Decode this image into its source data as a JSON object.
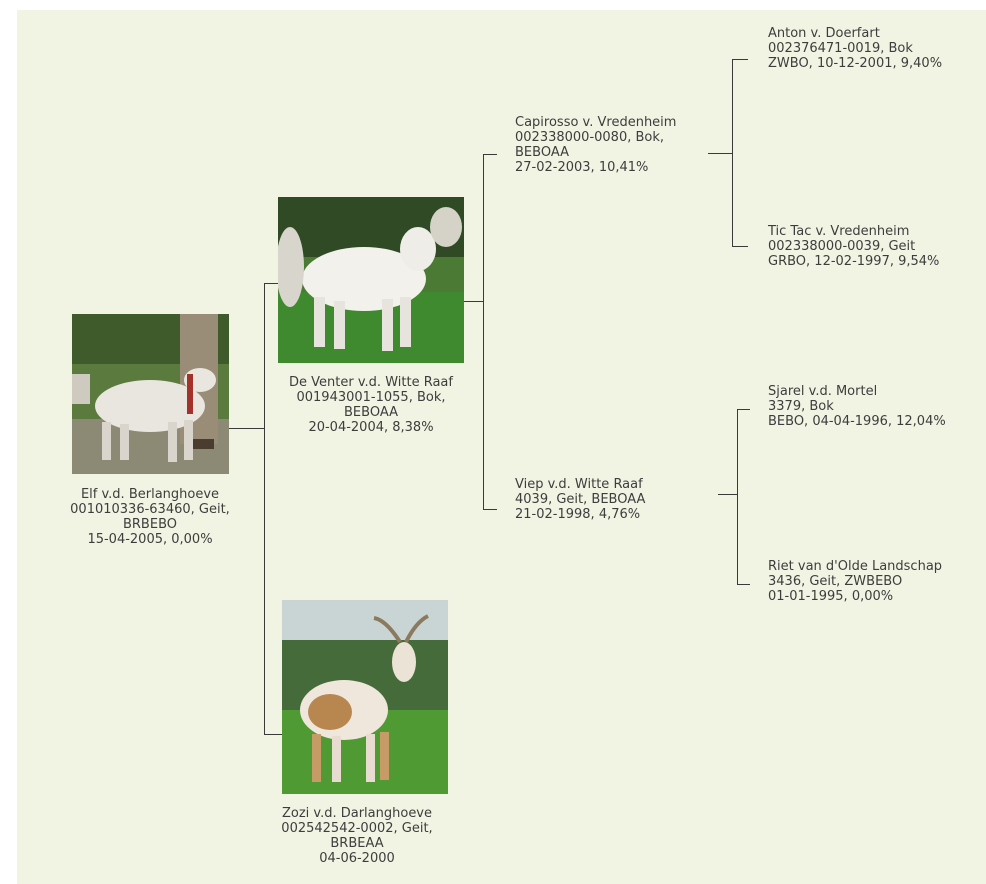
{
  "subject": {
    "name": "Elf v.d. Berlanghoeve",
    "id_line": "001010336-63460, Geit,",
    "herdbook": "BRBEBO",
    "date_line": "15-04-2005, 0,00%"
  },
  "sire": {
    "name": "De Venter v.d. Witte Raaf",
    "id_line": "001943001-1055, Bok,",
    "herdbook": "BEBOAA",
    "date_line": "20-04-2004, 8,38%"
  },
  "dam": {
    "name": "Zozi v.d. Darlanghoeve",
    "id_line": "002542542-0002, Geit,",
    "herdbook": "BRBEAA",
    "date_line": "04-06-2000"
  },
  "sire_sire": {
    "name": "Capirosso v. Vredenheim",
    "id_line": "002338000-0080, Bok,",
    "herdbook": "BEBOAA",
    "date_line": "27-02-2003, 10,41%"
  },
  "sire_dam": {
    "name": "Viep v.d. Witte Raaf",
    "id_line": "4039, Geit, BEBOAA",
    "date_line": "21-02-1998, 4,76%"
  },
  "ss_sire": {
    "name": "Anton v. Doerfart",
    "id_line": "002376471-0019, Bok",
    "date_line": "ZWBO, 10-12-2001, 9,40%"
  },
  "ss_dam": {
    "name": "Tic Tac v. Vredenheim",
    "id_line": "002338000-0039, Geit",
    "date_line": "GRBO, 12-02-1997, 9,54%"
  },
  "sd_sire": {
    "name": "Sjarel v.d. Mortel",
    "id_line": "3379, Bok",
    "date_line": "BEBO, 04-04-1996, 12,04%"
  },
  "sd_dam": {
    "name": "Riet van d'Olde Landschap",
    "id_line": "3436, Geit, ZWBEBO",
    "date_line": "01-01-1995, 0,00%"
  }
}
